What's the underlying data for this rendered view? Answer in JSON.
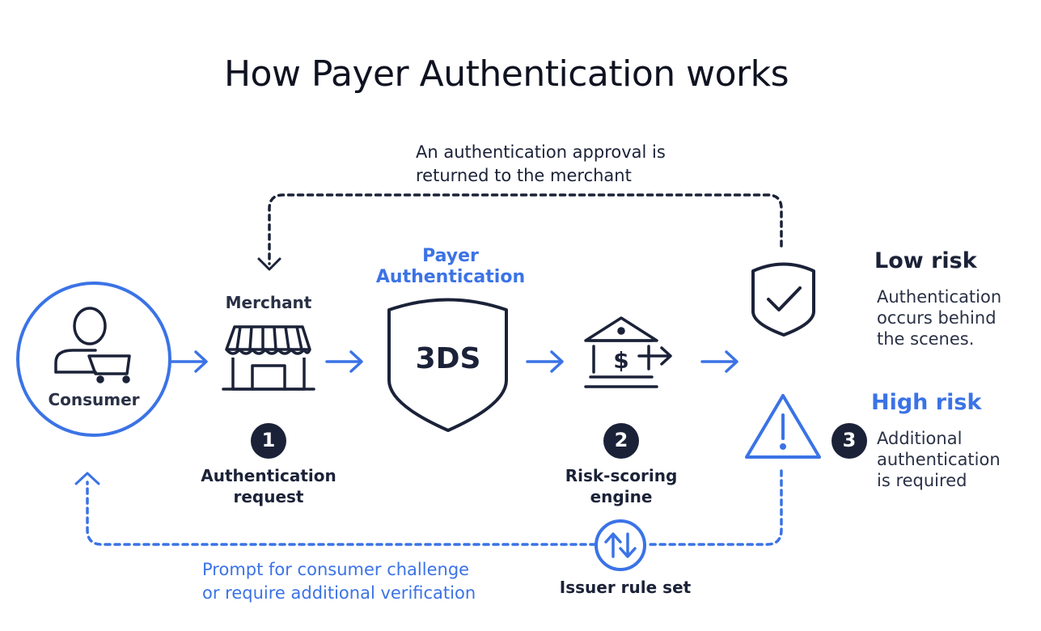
{
  "title": "How Payer Authentication works",
  "top_note": [
    "An authentication approval is",
    "returned to the merchant"
  ],
  "consumer": {
    "label": "Consumer"
  },
  "merchant": {
    "label": "Merchant"
  },
  "payer_auth": {
    "label_line1": "Payer",
    "label_line2": "Authentication",
    "badge": "3DS"
  },
  "step1": {
    "number": "1",
    "line1": "Authentication",
    "line2": "request"
  },
  "step2": {
    "number": "2",
    "line1": "Risk-scoring",
    "line2": "engine"
  },
  "step3": {
    "number": "3"
  },
  "low_risk": {
    "heading": "Low risk",
    "lines": [
      "Authentication",
      "occurs behind",
      "the scenes."
    ]
  },
  "high_risk": {
    "heading": "High risk",
    "lines": [
      "Additional",
      "authentication",
      "is required"
    ]
  },
  "bottom_note": [
    "Prompt for consumer challenge",
    "or require additional verification"
  ],
  "issuer": {
    "label": "Issuer rule set"
  },
  "colors": {
    "accent": "#3b73e6",
    "dark": "#1b2238"
  },
  "icons": [
    "person-cart-icon",
    "storefront-icon",
    "shield-icon",
    "bank-dollar-icon",
    "shield-check-icon",
    "warning-triangle-icon",
    "swap-vertical-icon"
  ]
}
